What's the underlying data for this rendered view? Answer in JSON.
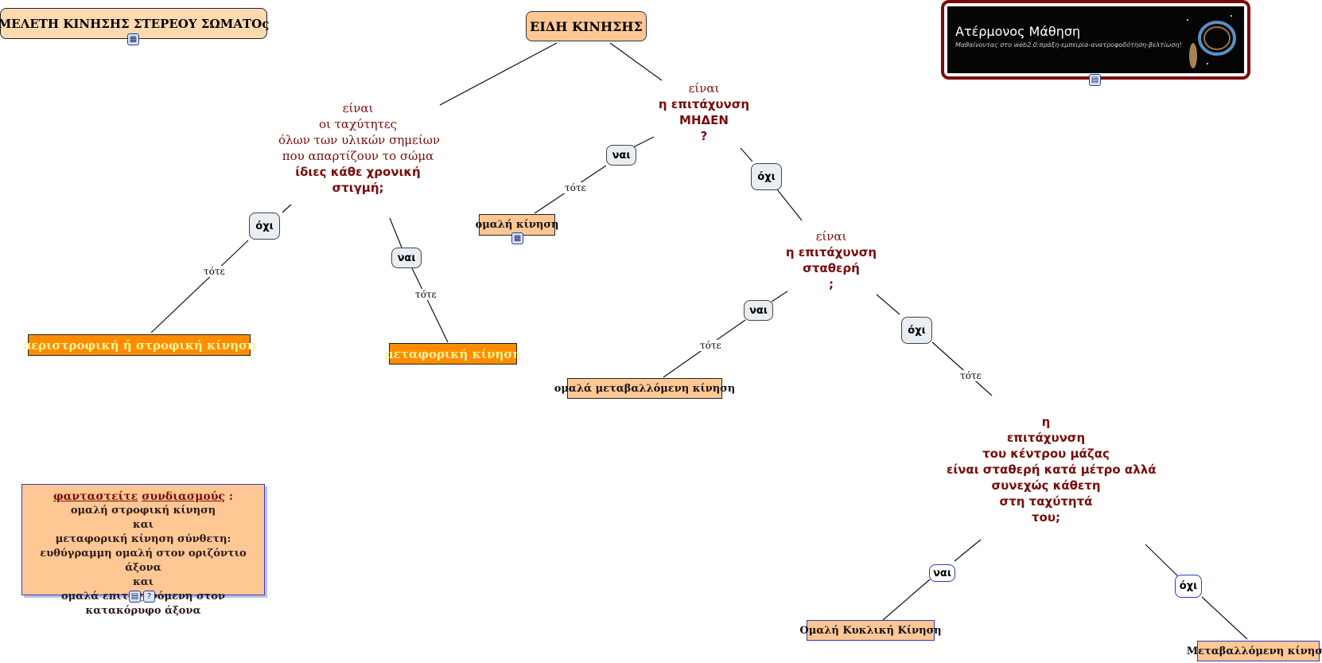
{
  "title": "ΜΕΛΕΤΗ ΚΙΝΗΣΗΣ ΣΤΕΡΕΟΥ ΣΩΜΑΤΟς",
  "root": "ΕΙΔΗ ΚΙΝΗΣΗΣ",
  "banner": {
    "title": "Ατέρμονος Μάθηση",
    "subtitle": "Μαθαίνοντας στο web2.0:πράξη-εμπειρία-ανατροφοδότηση-βελτίωση!"
  },
  "questions": {
    "speeds": [
      "είναι",
      "οι ταχύτητες",
      "όλων των υλικών σημείων",
      "που απαρτίζουν το σώμα",
      "ίδιες κάθε χρονική",
      "στιγμή;"
    ],
    "zero_accel": [
      "είναι",
      "η επιτάχυνση",
      "ΜΗΔΕΝ",
      "?"
    ],
    "const_accel": [
      "είναι",
      "η επιτάχυνση",
      "σταθερή",
      ";"
    ],
    "center_mass": [
      "η",
      "επιτάχυνση",
      "του κέντρου μάζας",
      "είναι σταθερή κατά μέτρο αλλά",
      "συνεχώς κάθετη",
      "στη ταχύτητά",
      "του;"
    ]
  },
  "answers": {
    "no": "όχι",
    "yes": "ναι"
  },
  "link_label": "τότε",
  "results": {
    "rotational": "περιστροφική ή στροφική κίνηση",
    "translational": "μεταφορική κίνηση",
    "uniform": "ομαλή κίνηση",
    "uniform_accel": "ομαλά μεταβαλλόμενη κίνηση",
    "circular": "Ομαλή Κυκλική Κίνηση",
    "varied": "Μεταβαλλόμενη κίνηση"
  },
  "combo": {
    "title_a": "φανταστείτε",
    "title_b": "συνδιασμούς",
    "title_c": ":",
    "lines": [
      "ομαλή στροφική κίνηση",
      "και",
      "μεταφορική κίνηση σύνθετη:",
      "ευθύγραμμη ομαλή στον οριζόντιο άξονα",
      "και",
      "ομαλά επιταχυνόμενη στον κατακόρυφο άξονα"
    ]
  },
  "colors": {
    "question_text": "#7a0b0b",
    "peach": "#ffc794",
    "orange": "#ff8c00"
  },
  "icons": [
    "concept-map-icon",
    "document-icon",
    "question-icon"
  ]
}
